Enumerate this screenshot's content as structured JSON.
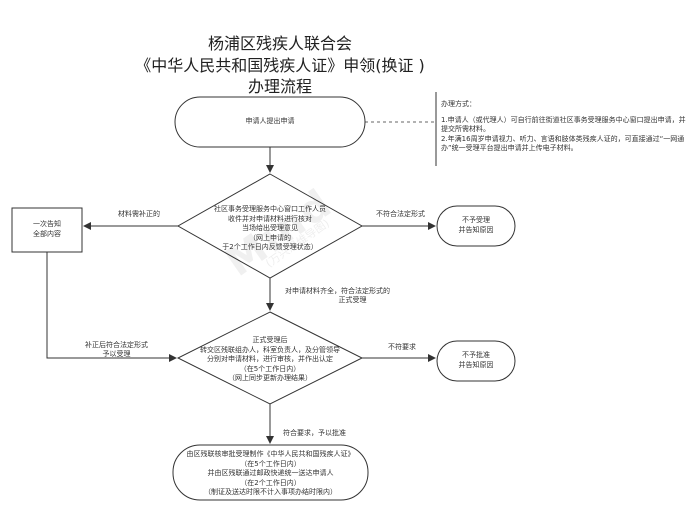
{
  "title": {
    "line1": "杨浦区残疾人联合会",
    "line2": "《中华人民共和国残疾人证》申领(换证 )",
    "line3": "办理流程"
  },
  "watermark": {
    "main": "Mind",
    "sub": "(万兴思维导图)"
  },
  "nodes": {
    "start": "申请人提出申请",
    "review": [
      "社区事务受理服务中心窗口工作人员",
      "收件并对申请材料进行核对",
      "当场给出受理意见",
      "（网上申请的",
      "于2个工作日内反馈受理状态）"
    ],
    "supplement": [
      "一次告知",
      "全部内容"
    ],
    "reject1": [
      "不予受理",
      "并告知原因"
    ],
    "approve": [
      "正式受理后",
      "转交区残联组办人，科室负责人，及分管领导",
      "分别对申请材料，进行审核，并作出认定",
      "（在5个工作日内）",
      "（网上同步更新办理结果）"
    ],
    "reject2": [
      "不予批准",
      "并告知原因"
    ],
    "final": [
      "由区残联核审批受理制作《中华人民共和国残疾人证》",
      "（在5个工作日内）",
      "并由区残联通过邮政快递统一送达申请人",
      "（在2个工作日内）",
      "（制证及送达时限不计入事项办结时限内）"
    ]
  },
  "edges": {
    "incomplete": "材料需补正的",
    "not_legal": "不符合法定形式",
    "complete": [
      "对申请材料齐全，符合法定形式的",
      "正式受理"
    ],
    "resubmit": [
      "补正后符合法定形式",
      "予以受理"
    ],
    "not_meet": "不符要求",
    "meet": "符合要求，予以批准"
  },
  "note": {
    "heading": "办理方式：",
    "items": [
      "1.申请人（或代理人）可自行前往街道社区事务受理服务中心窗口提出申请，并提交所需材料。",
      "2.年满16周岁申请视力、听力、言语和肢体类残疾人证的，可直接通过“一网通办”统一受理平台提出申请并上传电子材料。"
    ]
  }
}
